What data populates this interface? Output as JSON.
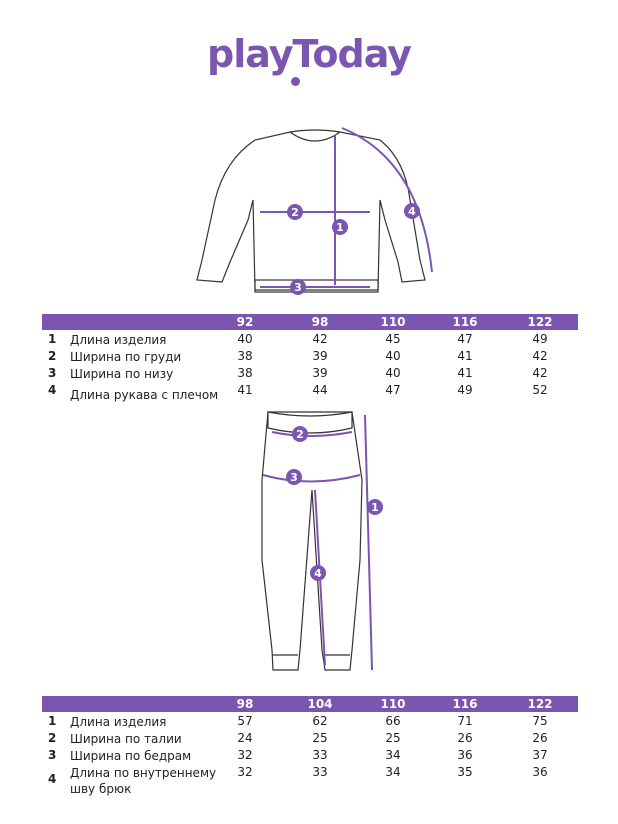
{
  "brand": "playToday",
  "accent": "#7b56b0",
  "top_table": {
    "sizes": [
      "92",
      "98",
      "110",
      "116",
      "122"
    ],
    "rows": [
      {
        "num": "1",
        "label": "Длина изделия",
        "values": [
          "40",
          "42",
          "45",
          "47",
          "49"
        ]
      },
      {
        "num": "2",
        "label": "Ширина по груди",
        "values": [
          "38",
          "39",
          "40",
          "41",
          "42"
        ]
      },
      {
        "num": "3",
        "label": "Ширина по низу",
        "values": [
          "38",
          "39",
          "40",
          "41",
          "42"
        ]
      },
      {
        "num": "4",
        "label": "Длина рукава с плечом",
        "values": [
          "41",
          "44",
          "47",
          "49",
          "52"
        ]
      }
    ]
  },
  "bottom_table": {
    "sizes": [
      "98",
      "104",
      "110",
      "116",
      "122"
    ],
    "rows": [
      {
        "num": "1",
        "label": "Длина изделия",
        "values": [
          "57",
          "62",
          "66",
          "71",
          "75"
        ]
      },
      {
        "num": "2",
        "label": "Ширина по талии",
        "values": [
          "24",
          "25",
          "25",
          "26",
          "26"
        ]
      },
      {
        "num": "3",
        "label": "Ширина по бедрам",
        "values": [
          "32",
          "33",
          "34",
          "36",
          "37"
        ]
      },
      {
        "num": "4",
        "label": "Длина по внутреннему шву брюк",
        "values": [
          "32",
          "33",
          "34",
          "35",
          "36"
        ]
      }
    ]
  },
  "markers": [
    "1",
    "2",
    "3",
    "4"
  ]
}
